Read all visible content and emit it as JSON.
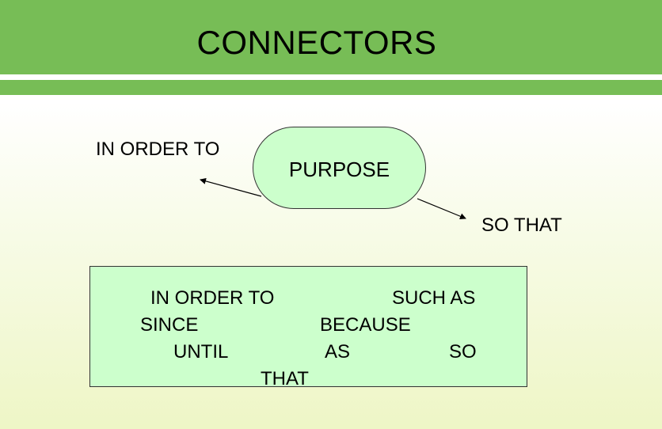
{
  "slide": {
    "title": "CONNECTORS"
  },
  "diagram": {
    "center_node": "PURPOSE",
    "branches": [
      "IN ORDER TO",
      "SO THAT"
    ]
  },
  "connector_box": {
    "rows": [
      [
        "IN ORDER TO",
        "SUCH AS"
      ],
      [
        "SINCE",
        "BECAUSE"
      ],
      [
        "UNTIL",
        "AS",
        "SO"
      ],
      [
        "THAT"
      ]
    ]
  },
  "colors": {
    "header_green": "#77bd56",
    "node_fill": "#ccffcc",
    "box_fill": "#ccffcc"
  }
}
